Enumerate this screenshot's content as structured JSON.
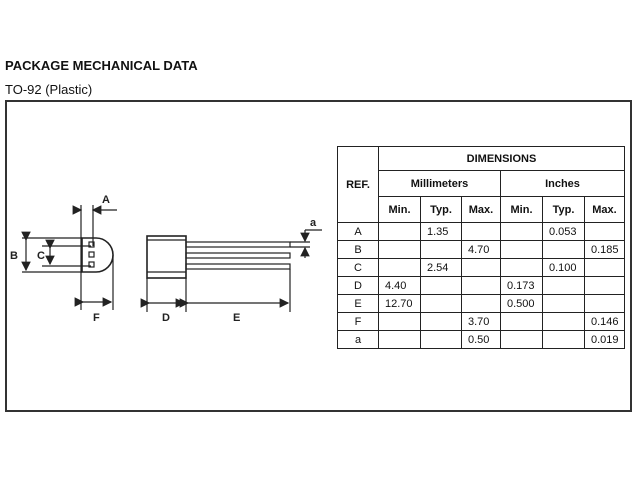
{
  "header": {
    "title": "PACKAGE MECHANICAL DATA",
    "subtitle": "TO-92 (Plastic)"
  },
  "drawing": {
    "labels": {
      "A": "A",
      "B": "B",
      "C": "C",
      "D": "D",
      "E": "E",
      "F": "F",
      "a": "a"
    }
  },
  "table": {
    "ref_header": "REF.",
    "dimensions_header": "DIMENSIONS",
    "unit_headers": [
      "Millimeters",
      "Inches"
    ],
    "sub_headers": [
      "Min.",
      "Typ.",
      "Max.",
      "Min.",
      "Typ.",
      "Max."
    ],
    "rows": [
      {
        "ref": "A",
        "mm_min": "",
        "mm_typ": "1.35",
        "mm_max": "",
        "in_min": "",
        "in_typ": "0.053",
        "in_max": ""
      },
      {
        "ref": "B",
        "mm_min": "",
        "mm_typ": "",
        "mm_max": "4.70",
        "in_min": "",
        "in_typ": "",
        "in_max": "0.185"
      },
      {
        "ref": "C",
        "mm_min": "",
        "mm_typ": "2.54",
        "mm_max": "",
        "in_min": "",
        "in_typ": "0.100",
        "in_max": ""
      },
      {
        "ref": "D",
        "mm_min": "4.40",
        "mm_typ": "",
        "mm_max": "",
        "in_min": "0.173",
        "in_typ": "",
        "in_max": ""
      },
      {
        "ref": "E",
        "mm_min": "12.70",
        "mm_typ": "",
        "mm_max": "",
        "in_min": "0.500",
        "in_typ": "",
        "in_max": ""
      },
      {
        "ref": "F",
        "mm_min": "",
        "mm_typ": "",
        "mm_max": "3.70",
        "in_min": "",
        "in_typ": "",
        "in_max": "0.146"
      },
      {
        "ref": "a",
        "mm_min": "",
        "mm_typ": "",
        "mm_max": "0.50",
        "in_min": "",
        "in_typ": "",
        "in_max": "0.019"
      }
    ]
  }
}
